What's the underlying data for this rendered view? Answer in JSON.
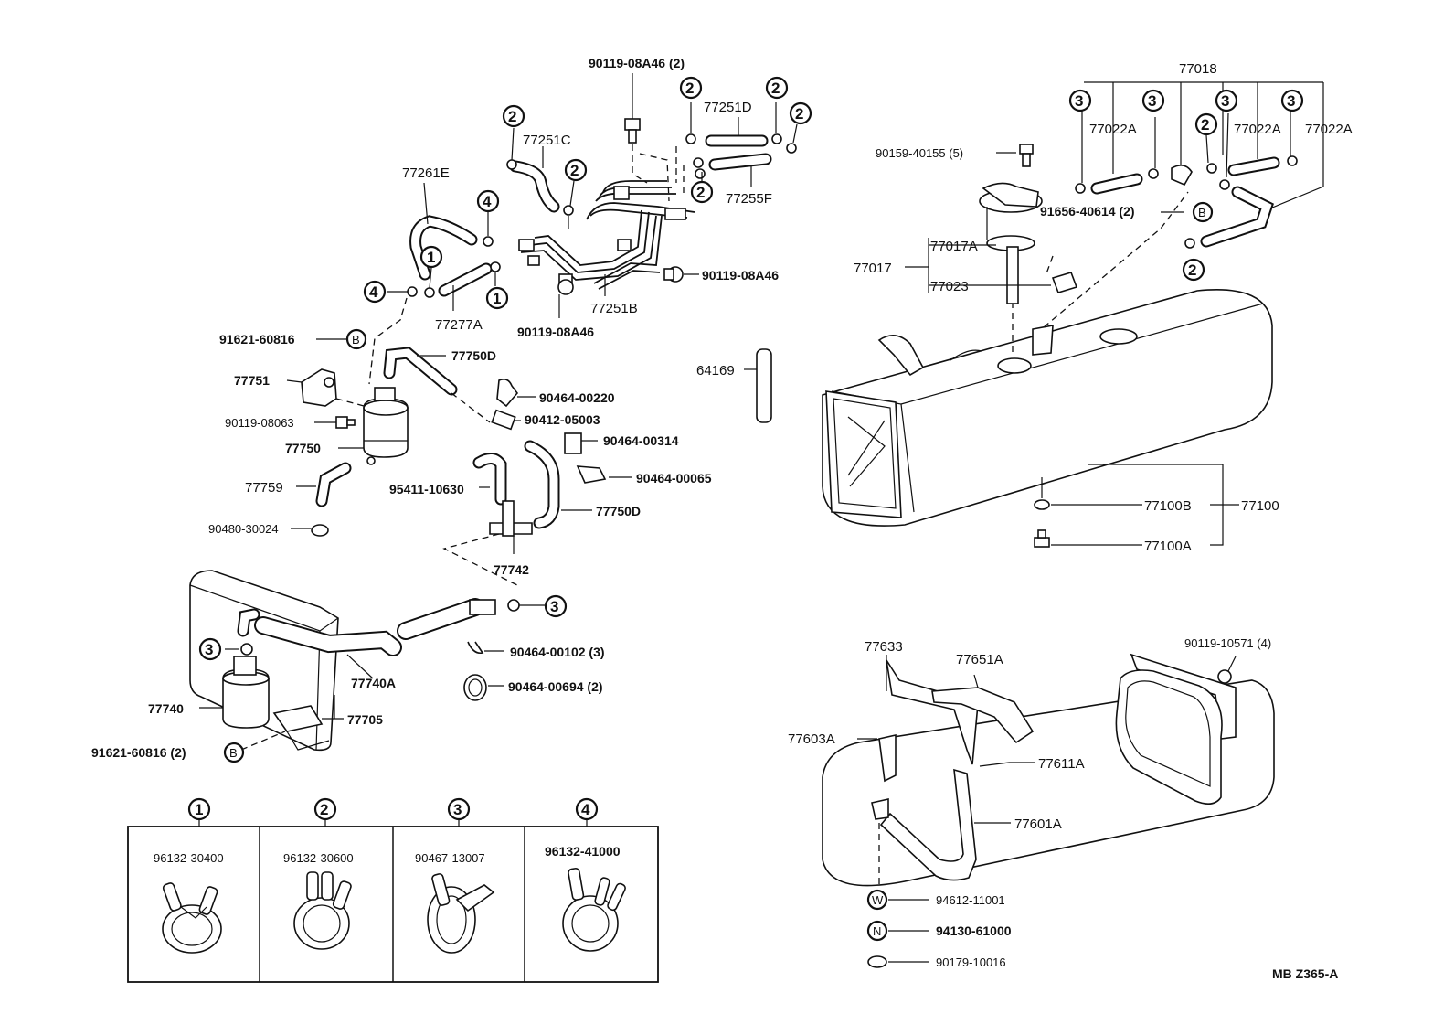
{
  "labels": {
    "p90119_08A46_2": "90119-08A46 (2)",
    "p77251D": "77251D",
    "p77251C": "77251C",
    "p77261E": "77261E",
    "p77255F": "77255F",
    "p90119_08A46_r": "90119-08A46",
    "p77251B": "77251B",
    "p90119_08A46_b": "90119-08A46",
    "p77277A": "77277A",
    "p91621_60816": "91621-60816",
    "p77750D_top": "77750D",
    "p77751": "77751",
    "p90464_00220": "90464-00220",
    "p90412_05003": "90412-05003",
    "p90119_08063": "90119-08063",
    "p90464_00314": "90464-00314",
    "p77750": "77750",
    "p90464_00065": "90464-00065",
    "p77759": "77759",
    "p95411_10630": "95411-10630",
    "p77750D_bot": "77750D",
    "p90480_30024": "90480-30024",
    "p77742": "77742",
    "p90464_00102": "90464-00102 (3)",
    "p90464_00694": "90464-00694 (2)",
    "p77740A": "77740A",
    "p77740": "77740",
    "p77705": "77705",
    "p91621_60816_2": "91621-60816 (2)",
    "p77018": "77018",
    "p77022A_1": "77022A",
    "p77022A_2": "77022A",
    "p77022A_3": "77022A",
    "p90159_40155": "90159-40155 (5)",
    "p91656_40614": "91656-40614 (2)",
    "p77017A": "77017A",
    "p77017": "77017",
    "p77023": "77023",
    "p64169": "64169",
    "p77100B": "77100B",
    "p77100": "77100",
    "p77100A": "77100A",
    "p77633": "77633",
    "p77651A": "77651A",
    "p90119_10571": "90119-10571 (4)",
    "p77603A": "77603A",
    "p77611A": "77611A",
    "p77601A": "77601A",
    "p94612_11001": "94612-11001",
    "p94130_61000": "94130-61000",
    "p90179_10016": "90179-10016",
    "code": "MB  Z365-A"
  },
  "markers": {
    "one": "1",
    "two": "2",
    "three": "3",
    "four": "4",
    "B": "B",
    "W": "W",
    "N": "N"
  },
  "clamp_table": [
    {
      "marker": "1",
      "part": "96132-30400"
    },
    {
      "marker": "2",
      "part": "96132-30600"
    },
    {
      "marker": "3",
      "part": "90467-13007"
    },
    {
      "marker": "4",
      "part": "96132-41000"
    }
  ]
}
